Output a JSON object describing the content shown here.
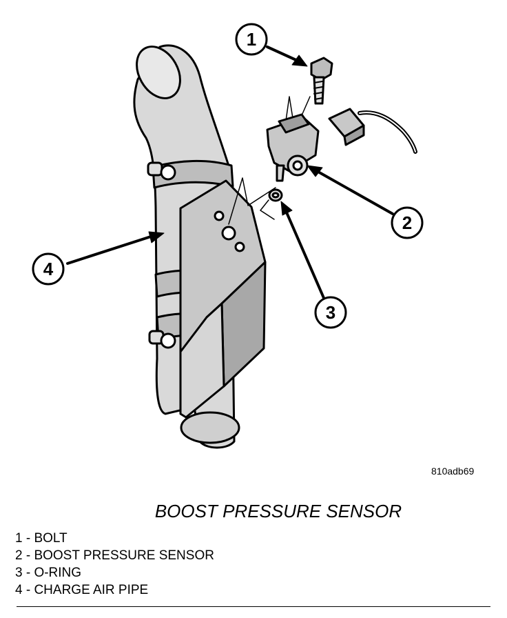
{
  "figure": {
    "callouts": [
      "1",
      "2",
      "3",
      "4"
    ],
    "drawing_id": "810adb69"
  },
  "caption": "BOOST PRESSURE SENSOR",
  "legend": [
    "1 - BOLT",
    "2 - BOOST PRESSURE SENSOR",
    "3 - O-RING",
    "4 - CHARGE AIR PIPE"
  ]
}
